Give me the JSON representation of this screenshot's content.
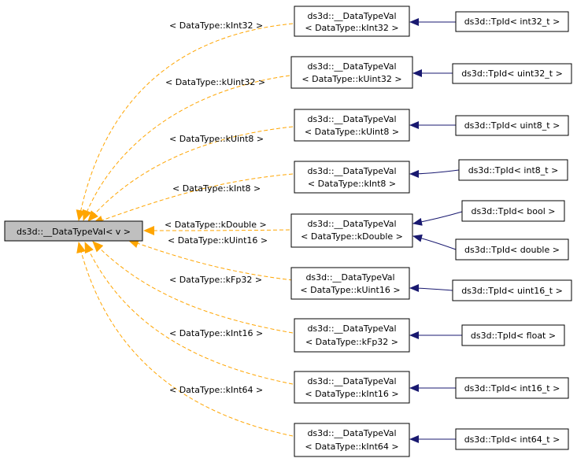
{
  "root": {
    "label": "ds3d::__DataTypeVal< v >"
  },
  "nodes": [
    {
      "id": "n1",
      "line1": "ds3d::__DataTypeVal",
      "line2": "< DataType::kInt32 >",
      "edge_label": "< DataType::kInt32 >",
      "target": "ds3d::TpId< int32_t >"
    },
    {
      "id": "n2",
      "line1": "ds3d::__DataTypeVal",
      "line2": "< DataType::kUint32 >",
      "edge_label": "< DataType::kUint32 >",
      "target": "ds3d::TpId< uint32_t >"
    },
    {
      "id": "n3",
      "line1": "ds3d::__DataTypeVal",
      "line2": "< DataType::kUint8 >",
      "edge_label": "< DataType::kUint8 >",
      "target": "ds3d::TpId< uint8_t >"
    },
    {
      "id": "n4",
      "line1": "ds3d::__DataTypeVal",
      "line2": "< DataType::kInt8 >",
      "edge_label": "< DataType::kInt8 >",
      "target": "ds3d::TpId< int8_t >"
    },
    {
      "id": "n5",
      "line1": "ds3d::__DataTypeVal",
      "line2": "< DataType::kDouble >",
      "edge_label": "< DataType::kDouble >",
      "target": "ds3d::TpId< bool >",
      "target2": "ds3d::TpId< double >"
    },
    {
      "id": "n6",
      "line1": "ds3d::__DataTypeVal",
      "line2": "< DataType::kUint16 >",
      "edge_label": "< DataType::kUint16 >",
      "target": "ds3d::TpId< uint16_t >"
    },
    {
      "id": "n7",
      "line1": "ds3d::__DataTypeVal",
      "line2": "< DataType::kFp32 >",
      "edge_label": "< DataType::kFp32 >",
      "target": "ds3d::TpId< float >"
    },
    {
      "id": "n8",
      "line1": "ds3d::__DataTypeVal",
      "line2": "< DataType::kInt16 >",
      "edge_label": "< DataType::kInt16 >",
      "target": "ds3d::TpId< int16_t >"
    },
    {
      "id": "n9",
      "line1": "ds3d::__DataTypeVal",
      "line2": "< DataType::kInt64 >",
      "edge_label": "< DataType::kInt64 >",
      "target": "ds3d::TpId< int64_t >"
    }
  ],
  "colors": {
    "dashed_edge": "#ffa500",
    "solid_edge": "#191970",
    "root_fill": "#bfbfbf"
  }
}
